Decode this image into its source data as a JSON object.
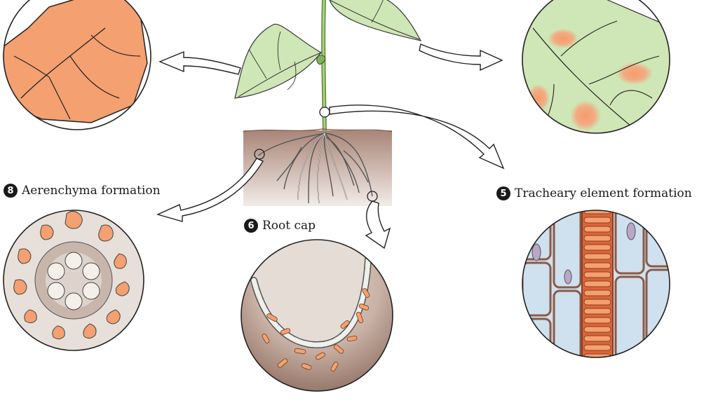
{
  "labels": {
    "aerenchyma": {
      "number": "8",
      "text": "Aerenchyma formation"
    },
    "tracheary": {
      "number": "5",
      "text": "Tracheary element formation"
    },
    "root_cap": {
      "number": "6",
      "text": "Root cap"
    }
  },
  "colors": {
    "necrosis_orange": "#f4a070",
    "leaf_green": "#cfe6b6",
    "soil_brown": "#b79a8a",
    "xylem_blue": "#cfe0ee",
    "cell_bg": "#e6dfda",
    "root_tip_bg": "#c9b4aa"
  }
}
